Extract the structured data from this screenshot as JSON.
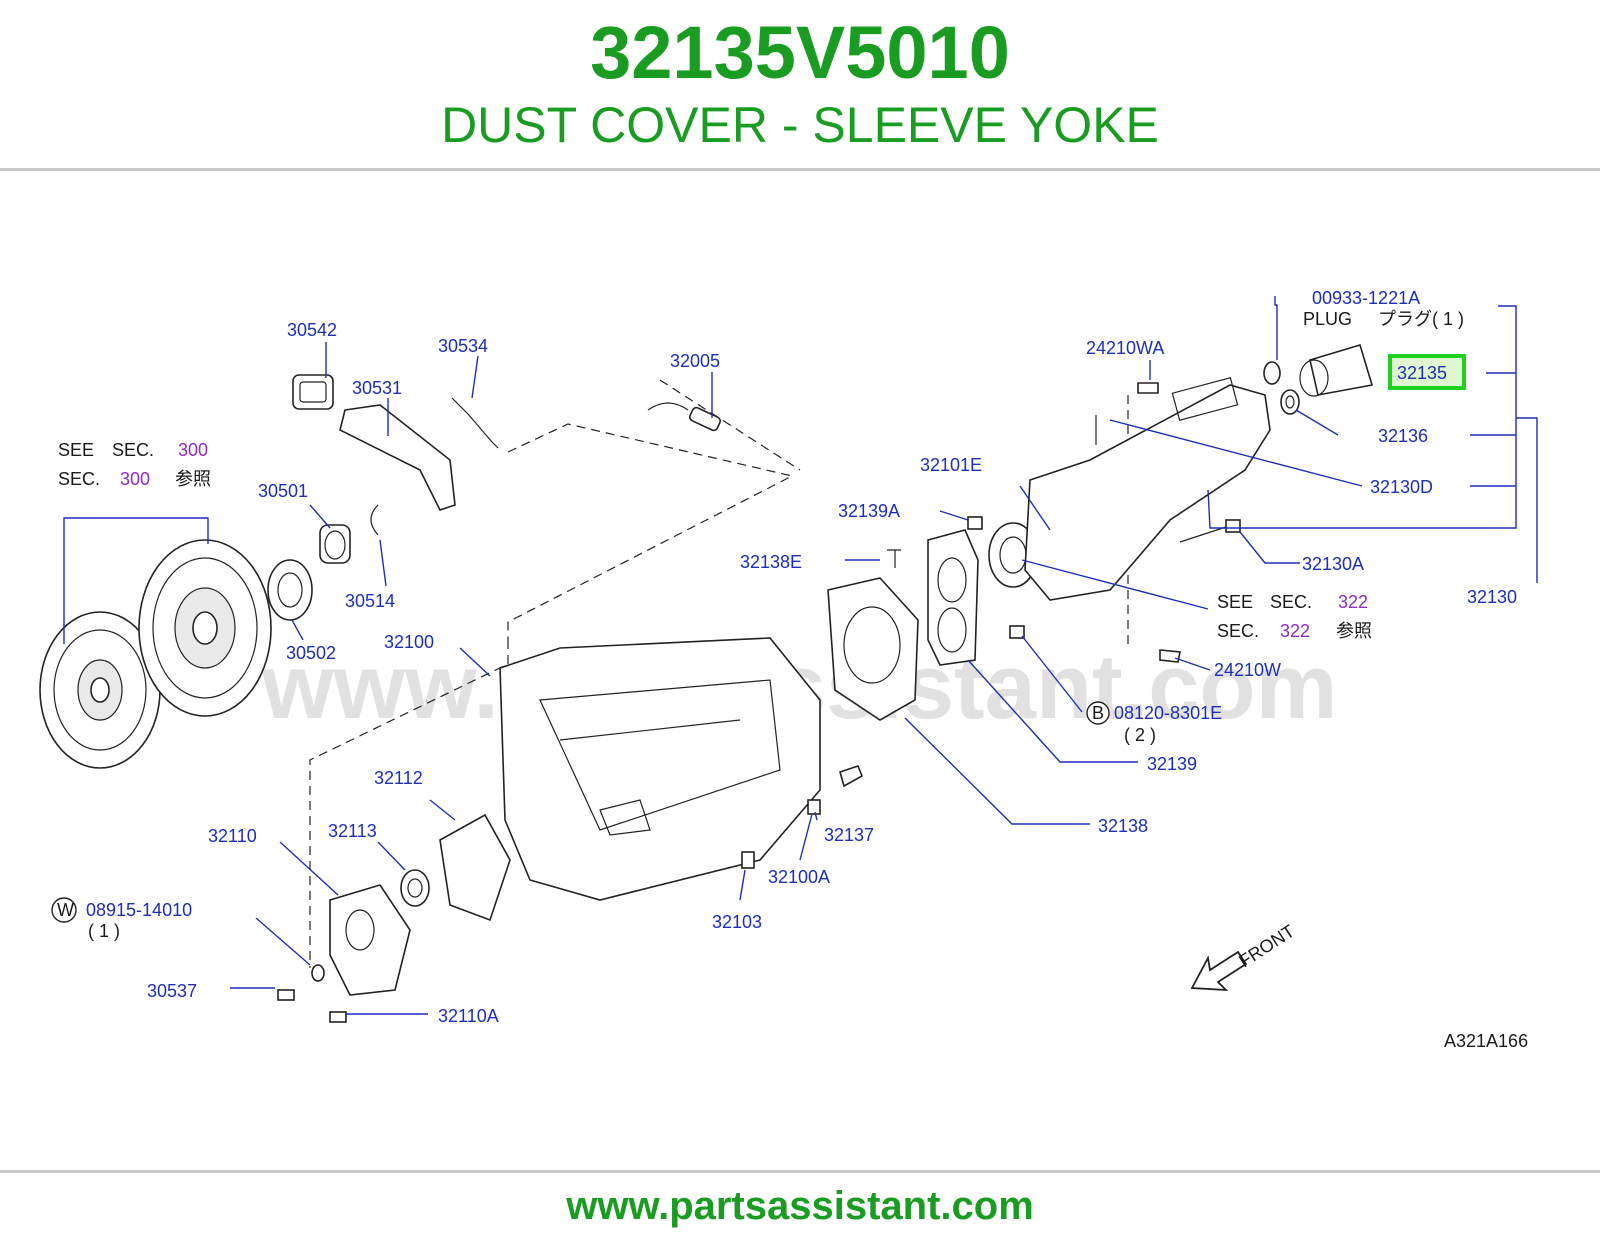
{
  "header": {
    "part_number": "32135V5010",
    "part_name": "DUST COVER - SLEEVE YOKE"
  },
  "footer": {
    "url": "www.partsassistant.com"
  },
  "watermark": "www.partsassistant.com",
  "diagram": {
    "code": "A321A166",
    "front_label": "FRONT",
    "highlighted_part": "32135",
    "highlight_color": "#1fd11f",
    "highlight_fill": "#dff7d0",
    "labels": {
      "p30542": "30542",
      "p30534": "30534",
      "p30531": "30531",
      "p32005": "32005",
      "p24210WA": "24210WA",
      "p00933": "00933-1221A",
      "plug": "PLUG",
      "plug_jp": "プラグ",
      "plug_qty": "( 1 )",
      "p32135": "32135",
      "p32136": "32136",
      "p32130D": "32130D",
      "p32101E": "32101E",
      "p32139A": "32139A",
      "p32138E": "32138E",
      "p32130A": "32130A",
      "p32130": "32130",
      "p30501": "30501",
      "p30514": "30514",
      "p30502": "30502",
      "p32100": "32100",
      "p24210W": "24210W",
      "p08120": "08120-8301E",
      "p08120_qty": "( 2 )",
      "p08120_badge": "B",
      "p32139": "32139",
      "p32138": "32138",
      "p32112": "32112",
      "p32113": "32113",
      "p32110": "32110",
      "p08915": "08915-14010",
      "p08915_qty": "( 1 )",
      "p08915_badge": "W",
      "p32137": "32137",
      "p32100A": "32100A",
      "p32103": "32103",
      "p30537": "30537",
      "p32110A": "32110A"
    },
    "see_300": {
      "see": "SEE",
      "sec": "SEC.",
      "num": "300",
      "sec2": "SEC.",
      "num2": "300",
      "ref": "参照"
    },
    "see_322": {
      "see": "SEE",
      "sec": "SEC.",
      "num": "322",
      "sec2": "SEC.",
      "num2": "322",
      "ref": "参照"
    }
  }
}
